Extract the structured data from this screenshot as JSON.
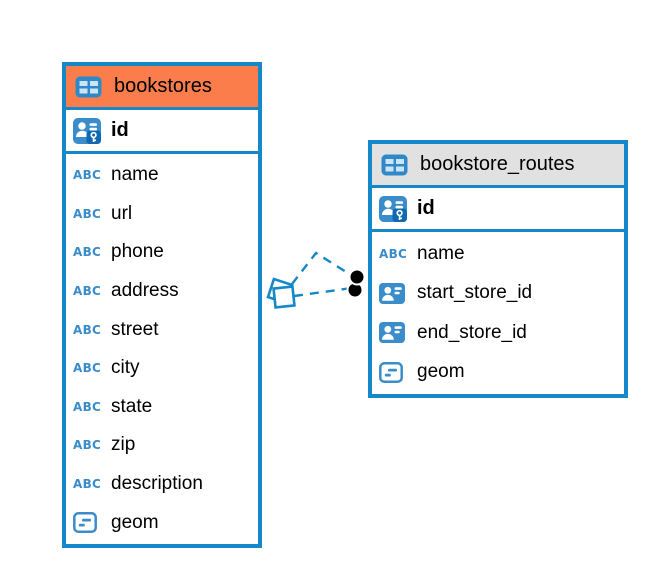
{
  "diagram": {
    "tables": [
      {
        "title": "bookstores",
        "header_color": "#fa7d4b",
        "primary_key": {
          "name": "id"
        },
        "columns": [
          {
            "name": "name",
            "type": "text"
          },
          {
            "name": "url",
            "type": "text"
          },
          {
            "name": "phone",
            "type": "text"
          },
          {
            "name": "address",
            "type": "text"
          },
          {
            "name": "street",
            "type": "text"
          },
          {
            "name": "city",
            "type": "text"
          },
          {
            "name": "state",
            "type": "text"
          },
          {
            "name": "zip",
            "type": "text"
          },
          {
            "name": "description",
            "type": "text"
          },
          {
            "name": "geom",
            "type": "geometry"
          }
        ]
      },
      {
        "title": "bookstore_routes",
        "header_color": "#e1e1e1",
        "primary_key": {
          "name": "id"
        },
        "columns": [
          {
            "name": "name",
            "type": "text"
          },
          {
            "name": "start_store_id",
            "type": "reference"
          },
          {
            "name": "end_store_id",
            "type": "reference"
          },
          {
            "name": "geom",
            "type": "geometry"
          }
        ]
      }
    ],
    "relations": [
      {
        "from": "bookstore_routes.start_store_id",
        "to": "bookstores.id",
        "style": "dashed"
      },
      {
        "from": "bookstore_routes.end_store_id",
        "to": "bookstores.id",
        "style": "dashed"
      }
    ]
  },
  "icons": {
    "text_label": "ABC",
    "table": "table-icon",
    "primary_key": "primary-key-icon",
    "reference": "reference-column-icon",
    "geometry": "geometry-type-icon"
  },
  "colors": {
    "accent_blue": "#1588c9",
    "icon_blue": "#3a8ccb",
    "header_orange": "#fa7d4b",
    "header_gray": "#e1e1e1",
    "connector_dot": "#000000",
    "background": "#ffffff"
  }
}
